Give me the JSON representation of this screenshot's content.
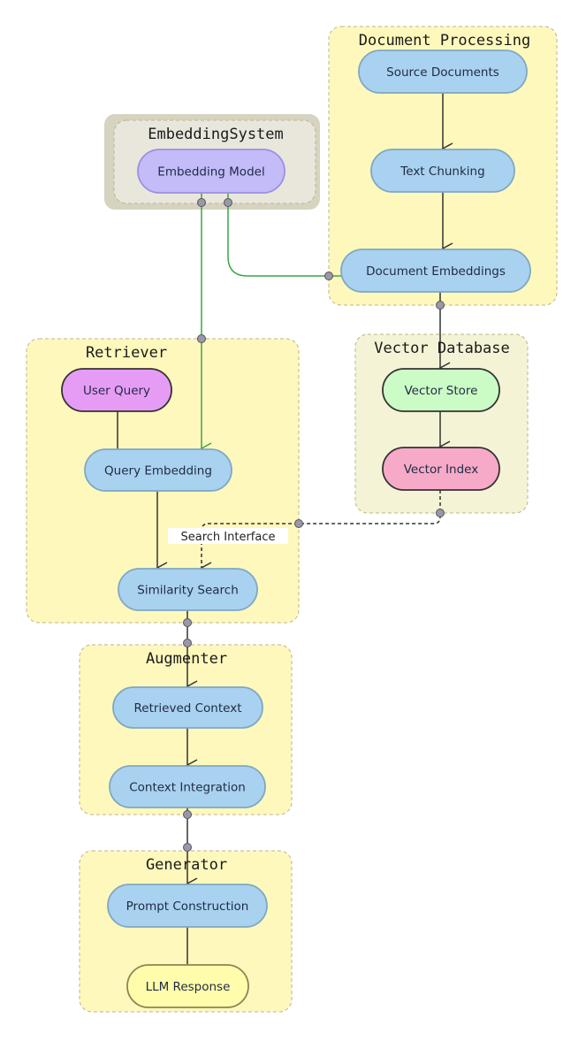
{
  "colors": {
    "group_fill": "#fff8bd",
    "group_stroke": "#bdb58a",
    "vector_db_fill": "#f4f3d6",
    "embedding_outer": "#d6d3c0",
    "embedding_inner": "#e9e7dc",
    "process_fill": "#a9d2f0",
    "process_stroke": "#7fa8c0",
    "embedding_model_fill": "#c4bbf9",
    "embedding_model_stroke": "#9d8fe0",
    "user_query_fill": "#e69cf5",
    "vector_store_fill": "#ccfcc6",
    "vector_index_fill": "#f6aac8",
    "llm_response_fill": "#fffdab",
    "edge_dark": "#333333",
    "edge_green": "#3aa64a",
    "port_dot": "#9b97ab"
  },
  "groups": {
    "document_processing": "Document Processing",
    "embedding_system": "EmbeddingSystem",
    "retriever": "Retriever",
    "vector_database": "Vector Database",
    "augmenter": "Augmenter",
    "generator": "Generator"
  },
  "nodes": {
    "source_documents": "Source Documents",
    "text_chunking": "Text Chunking",
    "document_embeddings": "Document Embeddings",
    "embedding_model": "Embedding Model",
    "user_query": "User Query",
    "query_embedding": "Query Embedding",
    "similarity_search": "Similarity Search",
    "vector_store": "Vector Store",
    "vector_index": "Vector Index",
    "retrieved_context": "Retrieved Context",
    "context_integration": "Context Integration",
    "prompt_construction": "Prompt Construction",
    "llm_response": "LLM Response"
  },
  "edges": {
    "search_interface_label": "Search Interface"
  }
}
